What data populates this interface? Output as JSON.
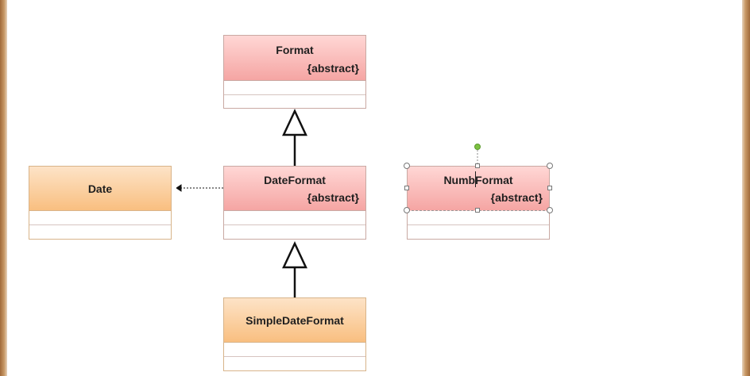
{
  "classes": {
    "format": {
      "name": "Format",
      "stereotype": "{abstract}"
    },
    "date": {
      "name": "Date"
    },
    "date_format": {
      "name": "DateFormat",
      "stereotype": "{abstract}"
    },
    "number_format": {
      "name": "NumbFormat",
      "stereotype": "{abstract}"
    },
    "simple_date_format": {
      "name": "SimpleDateFormat"
    }
  },
  "relationships": [
    {
      "type": "generalization",
      "from": "DateFormat",
      "to": "Format"
    },
    {
      "type": "generalization",
      "from": "SimpleDateFormat",
      "to": "DateFormat"
    },
    {
      "type": "dependency",
      "from": "DateFormat",
      "to": "Date"
    }
  ],
  "colors": {
    "abstract_header": "#f5a5a3",
    "concrete_header": "#f9bf80",
    "frame": "#c99a68",
    "selection_rotate_handle": "#7dc142"
  }
}
